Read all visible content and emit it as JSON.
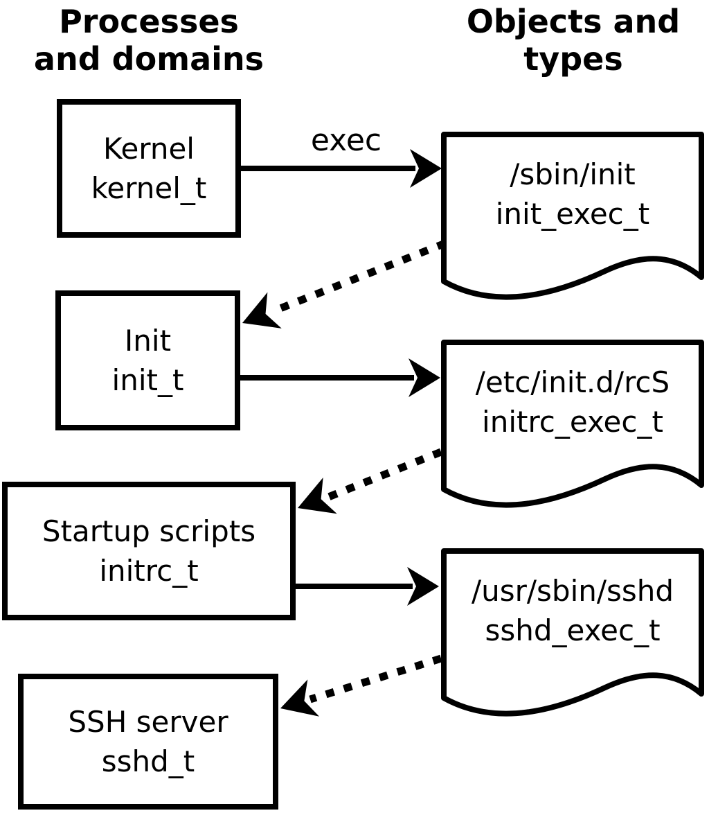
{
  "diagram": {
    "columns": {
      "left": {
        "line1": "Processes",
        "line2": "and domains"
      },
      "right": {
        "line1": "Objects and",
        "line2": "types"
      }
    },
    "processes": [
      {
        "id": "kernel",
        "name": "Kernel",
        "type": "kernel_t"
      },
      {
        "id": "init",
        "name": "Init",
        "type": "init_t"
      },
      {
        "id": "startup-scripts",
        "name": "Startup scripts",
        "type": "initrc_t"
      },
      {
        "id": "ssh-server",
        "name": "SSH server",
        "type": "sshd_t"
      }
    ],
    "objects": [
      {
        "id": "sbin-init",
        "path": "/sbin/init",
        "type": "init_exec_t"
      },
      {
        "id": "etc-initd-rcs",
        "path": "/etc/init.d/rcS",
        "type": "initrc_exec_t"
      },
      {
        "id": "usr-sbin-sshd",
        "path": "/usr/sbin/sshd",
        "type": "sshd_exec_t"
      }
    ],
    "edges": [
      {
        "from": "kernel_t",
        "to": "init_exec_t",
        "style": "solid",
        "label": "exec"
      },
      {
        "from": "init_exec_t",
        "to": "init_t",
        "style": "dotted",
        "label": ""
      },
      {
        "from": "init_t",
        "to": "initrc_exec_t",
        "style": "solid",
        "label": ""
      },
      {
        "from": "initrc_exec_t",
        "to": "initrc_t",
        "style": "dotted",
        "label": ""
      },
      {
        "from": "initrc_t",
        "to": "sshd_exec_t",
        "style": "solid",
        "label": ""
      },
      {
        "from": "sshd_exec_t",
        "to": "sshd_t",
        "style": "dotted",
        "label": ""
      }
    ],
    "colors": {
      "foreground": "#000000",
      "background": "#ffffff"
    }
  }
}
